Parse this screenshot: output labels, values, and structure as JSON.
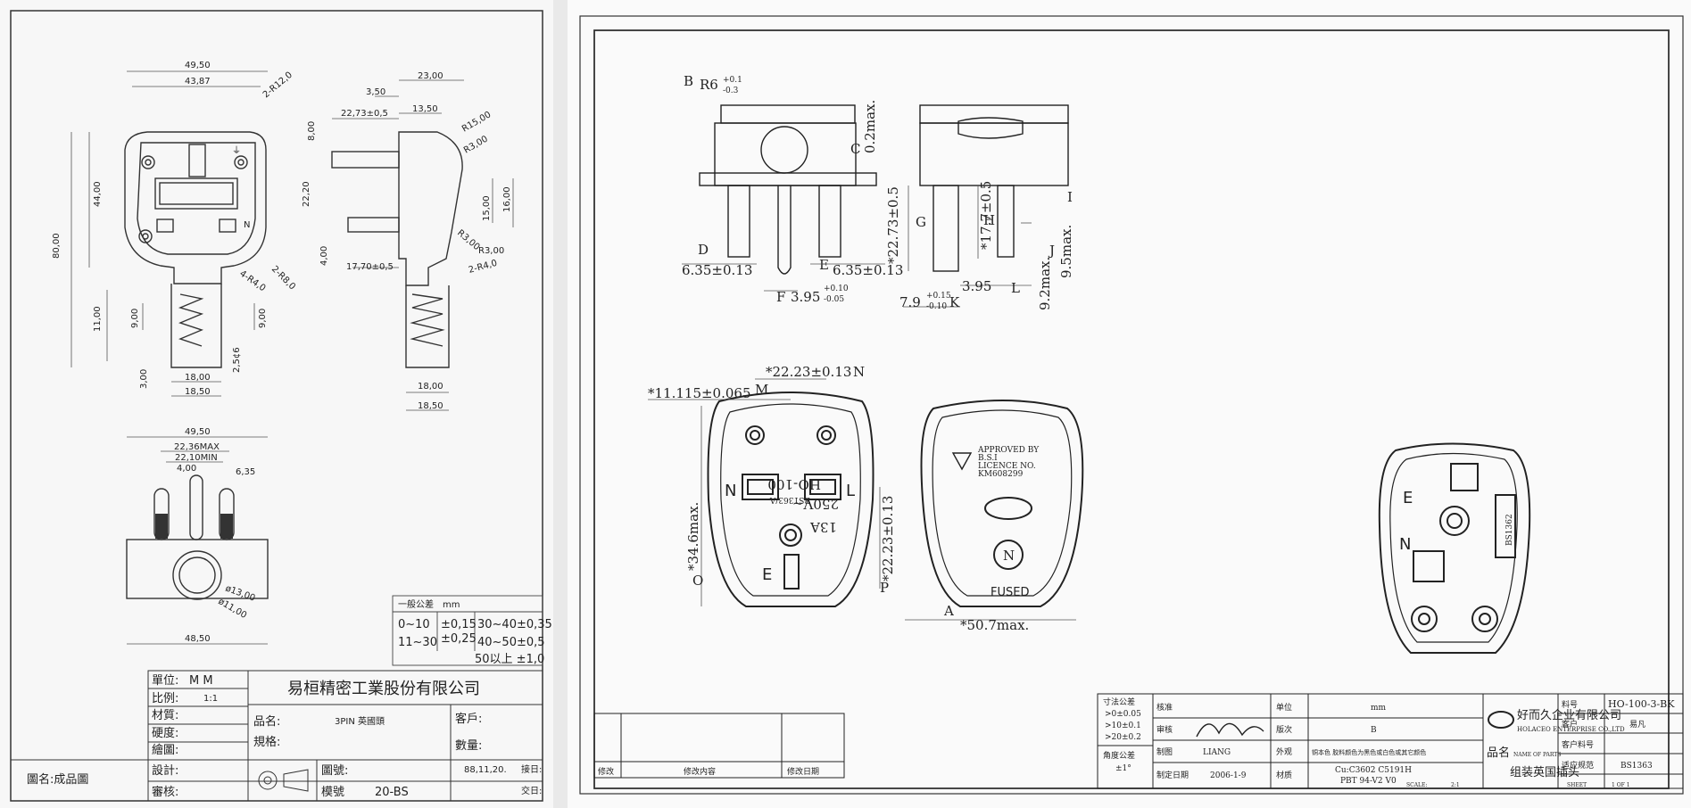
{
  "left_sheet": {
    "front_view_dims": [
      "49,50",
      "43,87",
      "80,00",
      "44,00",
      "11,00",
      "9,00",
      "9,00",
      "3,00",
      "2,5¢6",
      "18,00",
      "18,50",
      "2-R12,0",
      "4-R4,0",
      "2-R8,0"
    ],
    "side_view_dims": [
      "23,00",
      "3,50",
      "13,50",
      "22,73±0,5",
      "8,00",
      "22,20",
      "4,00",
      "17,70±0,5",
      "15,00",
      "16,00",
      "R15,00",
      "R3,00",
      "R3,00",
      "R3,00",
      "2-R4,0",
      "18,00",
      "18,50"
    ],
    "pin_view_dims": [
      "49,50",
      "22,36MAX",
      "22,10MIN",
      "4,00",
      "6,35",
      "ø13,00",
      "ø11,00",
      "48,50"
    ],
    "tolerance": {
      "title": "一般公差",
      "unit": "mm",
      "rows": [
        [
          "0~10",
          "±0,15",
          "30~40±0,35"
        ],
        [
          "11~30",
          "±0,25",
          "40~50±0,5"
        ],
        [
          "",
          "",
          "50以上 ±1,0"
        ]
      ]
    },
    "title_block": {
      "company": "易桓精密工業股份有限公司",
      "unit_label": "單位:",
      "unit_value": "M M",
      "scale_label": "比例:",
      "scale_value": "1:1",
      "material_label": "材質:",
      "hardness_label": "硬度:",
      "drawn_label": "繪圖:",
      "design_label": "設計:",
      "review_label": "審核:",
      "product_label": "品名:",
      "product_value": "3PIN 英國頭",
      "spec_label": "規格:",
      "customer_label": "客戶:",
      "qty_label": "數量:",
      "drawing_no_label": "圖號:",
      "drawing_no_value": "",
      "model_label": "模號",
      "model_value": "20-BS",
      "date": "88,11,20.",
      "receive_label": "接日:",
      "delivery_label": "交日:",
      "figure_name": "圖名:成品圖"
    }
  },
  "right_sheet": {
    "top_dims": {
      "r6": "R6",
      "r6_tol_plus": "+0.1",
      "r6_tol_minus": "-0.3",
      "max02": "0.2max.",
      "pin1": "6.35±0.13",
      "pin2": "6.35±0.13",
      "pin3": "3.95",
      "pin3_tol_plus": "+0.10",
      "pin3_tol_minus": "-0.05",
      "side_h": "*22.73±0.5",
      "side_17": "*17.7±0.5",
      "side_395": "3.95",
      "side_79": "7.9",
      "side_79_plus": "+0.15",
      "side_79_minus": "-0.10",
      "side_95": "9.5max.",
      "side_92": "9.2max."
    },
    "labels": {
      "B": "B",
      "C": "C",
      "D": "D",
      "E": "E",
      "F": "F",
      "G": "G",
      "H": "H",
      "I": "I",
      "J": "J",
      "K": "K",
      "L": "L",
      "M": "M",
      "N": "N",
      "O": "O",
      "P": "P",
      "A": "A"
    },
    "face_dims": {
      "d1": "*22.23±0.13",
      "d2": "*11.115±0.065",
      "d3": "*34.6max.",
      "d4": "*22.23±0.13",
      "d5": "*50.7max."
    },
    "face_text": {
      "model": "HO-100",
      "std": "BS1363/A",
      "volt": "250V~",
      "amp": "13A",
      "n": "N",
      "l": "L",
      "e": "E"
    },
    "back_text": {
      "approved": "APPROVED BY",
      "bsi": "B.S.I",
      "licence": "LICENCE NO.",
      "km": "KM608299",
      "fused": "FUSED",
      "n": "N"
    },
    "inner_text": {
      "bs": "BS1362",
      "e": "E",
      "n": "N"
    },
    "title_block": {
      "tol_title": "寸法公差",
      "tol1": ">0±0.05",
      "tol2": ">10±0.1",
      "tol3": ">20±0.2",
      "angle": "角度公差",
      "angle_val": "±1°",
      "approve": "核准",
      "review": "审核",
      "draw": "制图",
      "draw_name": "LIANG",
      "date_label": "制定日期",
      "date": "2006-1-9",
      "unit": "单位",
      "unit_val": "mm",
      "version": "版次",
      "version_val": "B",
      "appearance": "外观",
      "appearance_val": "铜本色 胶料颜色为黑色或白色或其它颜色",
      "material": "材质",
      "material_val1": "Cu:C3602 C5191H",
      "material_val2": "PBT 94-V2 V0",
      "company_cn": "好而久企业有限公司",
      "company_en": "HOLACEO ENTERPRISE CO.,LTD",
      "part_name_label": "品名",
      "part_name_sub": "NAME OF PARTS",
      "part_name": "组装英国插头",
      "material_no_label": "料号",
      "material_no": "HO-100-3-BK",
      "customer_label": "客户",
      "customer": "易凡",
      "customer_no_label": "客户料号",
      "spec_label": "适应规范",
      "spec": "BS1363",
      "scale_label": "SCALE:",
      "scale": "2:1",
      "sheet_label": "SHEET",
      "sheet": "1 OF 1",
      "rev_left": "修改",
      "rev_mid": "修改内容",
      "rev_right": "修改日期"
    }
  }
}
